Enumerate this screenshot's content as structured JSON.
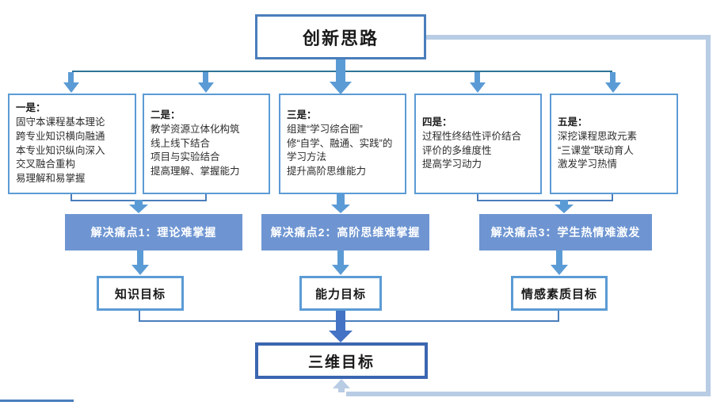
{
  "title": {
    "label": "创新思路"
  },
  "strategies": [
    {
      "heading": "一是：",
      "lines": [
        "固守本课程基本理论",
        "跨专业知识横向融通",
        "本专业知识纵向深入",
        "交叉融合重构",
        "易理解和易掌握"
      ]
    },
    {
      "heading": "二是：",
      "lines": [
        "教学资源立体化构筑",
        "线上线下结合",
        "项目与实验结合",
        "提高理解、掌握能力"
      ]
    },
    {
      "heading": "三是：",
      "lines": [
        "组建“学习综合圈”",
        "修“自学、融通、实践”的学习方法",
        "提升高阶思维能力"
      ]
    },
    {
      "heading": "四是：",
      "lines": [
        "过程性终结性评价结合",
        "评价的多维度性",
        "提高学习动力"
      ]
    },
    {
      "heading": "五是：",
      "lines": [
        "深挖课程思政元素",
        "“三课堂”联动育人",
        "激发学习热情"
      ]
    }
  ],
  "pain_points": [
    {
      "label": "解决痛点1：理论难掌握"
    },
    {
      "label": "解决痛点2：高阶思维难掌握"
    },
    {
      "label": "解决痛点3：学生热情难激发"
    }
  ],
  "goals": [
    {
      "label": "知识目标"
    },
    {
      "label": "能力目标"
    },
    {
      "label": "情感素质目标"
    }
  ],
  "final_goal": {
    "label": "三维目标"
  },
  "colors": {
    "title_border": "#4a7ebb",
    "border_blue": "#5b9bd5",
    "pain_fill": "#6e95d2",
    "final_border": "#3b66b0",
    "arrow_blue": "#5b9bd5",
    "final_arrow": "#4472c4",
    "teal_line": "#2e7497",
    "mid_line": "#4a7ebb",
    "light_blue": "#b8cce4"
  }
}
